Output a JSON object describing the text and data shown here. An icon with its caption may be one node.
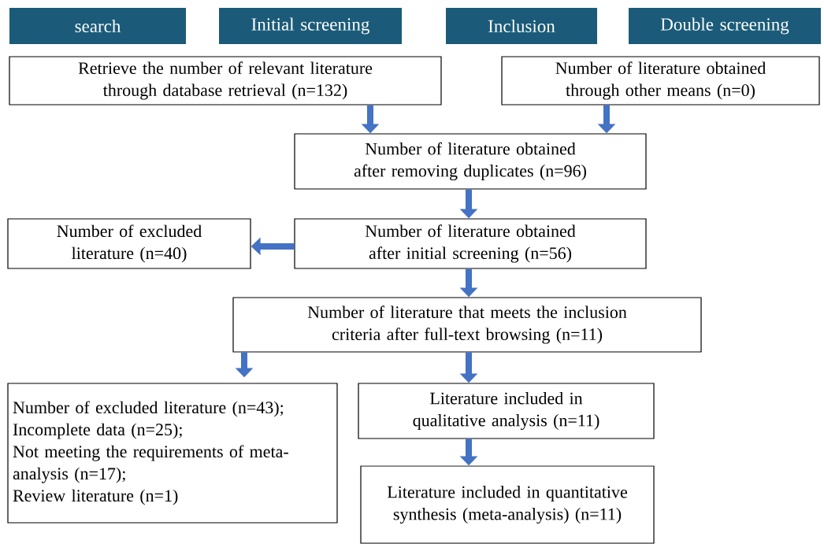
{
  "diagram": {
    "nodes": [
      {
        "text": [
          "search"
        ]
      },
      {
        "text": [
          "Initial screening"
        ]
      },
      {
        "text": [
          "Inclusion"
        ]
      },
      {
        "text": [
          "Double screening"
        ]
      },
      {
        "text": [
          "Retrieve the number of relevant literature through database retrieval (n=132)"
        ]
      },
      {
        "text": [
          "Number of literature obtained through other means (n=0)"
        ]
      },
      {
        "text": [
          "Number of literature obtained after removing duplicates (n=96)"
        ]
      },
      {
        "text": [
          "Number of excluded literature (n=40)"
        ]
      },
      {
        "text": [
          "Number of literature obtained after initial screening (n=56)"
        ]
      },
      {
        "text": [
          "Number of literature that meets the inclusion criteria after full-text browsing (n=11)"
        ]
      },
      {
        "text": [
          "Number of excluded literature (n=43);",
          "Incomplete data (n=25);",
          "Not meeting the requirements of meta-analysis (n=17);",
          "Review literature (n=1)"
        ]
      },
      {
        "text": [
          "Literature included in qualitative analysis (n=11)"
        ]
      },
      {
        "text": [
          "Literature included in quantitative synthesis (meta-analysis) (n=11)"
        ]
      }
    ],
    "edges": [
      {
        "from": 4,
        "to": 6,
        "arrow": "to"
      },
      {
        "from": 5,
        "to": 6,
        "arrow": "to"
      },
      {
        "from": 6,
        "to": 8,
        "arrow": "to"
      },
      {
        "from": 8,
        "to": 7,
        "arrow": "to"
      },
      {
        "from": 8,
        "to": 9,
        "arrow": "to"
      },
      {
        "from": 9,
        "to": 10,
        "arrow": "to"
      },
      {
        "from": 9,
        "to": 11,
        "arrow": "to"
      },
      {
        "from": 11,
        "to": 12,
        "arrow": "to"
      }
    ]
  }
}
